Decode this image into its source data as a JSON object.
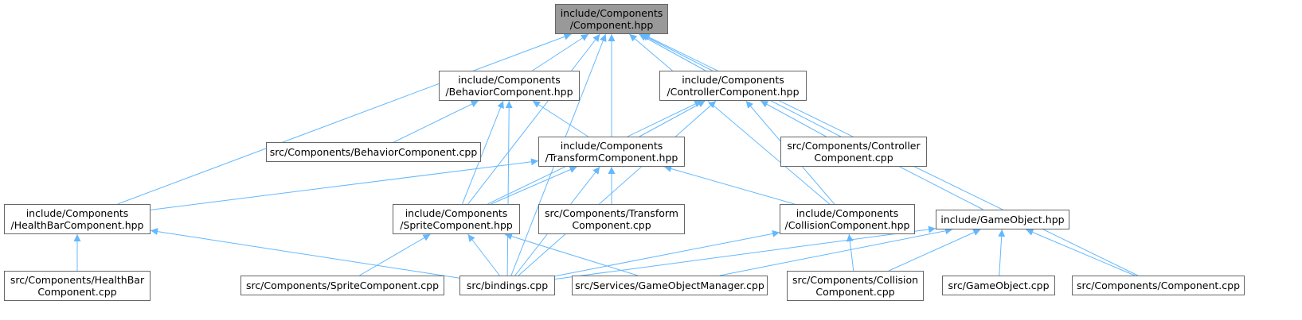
{
  "colors": {
    "edge": "#63b8ff",
    "node_border": "#666666",
    "focus_fill": "#999999"
  },
  "nodes": {
    "component_hpp": "include/Components\n/Component.hpp",
    "behavior_hpp": "include/Components\n/BehaviorComponent.hpp",
    "controller_hpp": "include/Components\n/ControllerComponent.hpp",
    "behavior_cpp": "src/Components/BehaviorComponent.cpp",
    "transform_hpp": "include/Components\n/TransformComponent.hpp",
    "controller_cpp": "src/Components/Controller\nComponent.cpp",
    "healthbar_hpp": "include/Components\n/HealthBarComponent.hpp",
    "sprite_hpp": "include/Components\n/SpriteComponent.hpp",
    "transform_cpp": "src/Components/Transform\nComponent.cpp",
    "collision_hpp": "include/Components\n/CollisionComponent.hpp",
    "gameobject_hpp": "include/GameObject.hpp",
    "healthbar_cpp": "src/Components/HealthBar\nComponent.cpp",
    "sprite_cpp": "src/Components/SpriteComponent.cpp",
    "bindings_cpp": "src/bindings.cpp",
    "gameobject_manager_cpp": "src/Services/GameObjectManager.cpp",
    "collision_cpp": "src/Components/Collision\nComponent.cpp",
    "gameobject_cpp": "src/GameObject.cpp",
    "component_cpp": "src/Components/Component.cpp"
  },
  "edges": [
    [
      "behavior_hpp",
      "component_hpp"
    ],
    [
      "transform_hpp",
      "component_hpp"
    ],
    [
      "controller_hpp",
      "component_hpp"
    ],
    [
      "healthbar_hpp",
      "component_hpp"
    ],
    [
      "sprite_hpp",
      "component_hpp"
    ],
    [
      "bindings_cpp",
      "component_hpp"
    ],
    [
      "collision_hpp",
      "component_hpp"
    ],
    [
      "gameobject_hpp",
      "component_hpp"
    ],
    [
      "component_cpp",
      "component_hpp"
    ],
    [
      "behavior_cpp",
      "behavior_hpp"
    ],
    [
      "transform_hpp",
      "behavior_hpp"
    ],
    [
      "sprite_hpp",
      "behavior_hpp"
    ],
    [
      "bindings_cpp",
      "behavior_hpp"
    ],
    [
      "transform_hpp",
      "controller_hpp"
    ],
    [
      "controller_cpp",
      "controller_hpp"
    ],
    [
      "sprite_hpp",
      "controller_hpp"
    ],
    [
      "collision_hpp",
      "controller_hpp"
    ],
    [
      "bindings_cpp",
      "controller_hpp"
    ],
    [
      "healthbar_hpp",
      "transform_hpp"
    ],
    [
      "sprite_hpp",
      "transform_hpp"
    ],
    [
      "transform_cpp",
      "transform_hpp"
    ],
    [
      "collision_hpp",
      "transform_hpp"
    ],
    [
      "bindings_cpp",
      "transform_hpp"
    ],
    [
      "healthbar_cpp",
      "healthbar_hpp"
    ],
    [
      "bindings_cpp",
      "healthbar_hpp"
    ],
    [
      "sprite_cpp",
      "sprite_hpp"
    ],
    [
      "bindings_cpp",
      "sprite_hpp"
    ],
    [
      "gameobject_manager_cpp",
      "sprite_hpp"
    ],
    [
      "bindings_cpp",
      "collision_hpp"
    ],
    [
      "collision_cpp",
      "collision_hpp"
    ],
    [
      "bindings_cpp",
      "gameobject_hpp"
    ],
    [
      "gameobject_manager_cpp",
      "gameobject_hpp"
    ],
    [
      "collision_cpp",
      "gameobject_hpp"
    ],
    [
      "gameobject_cpp",
      "gameobject_hpp"
    ],
    [
      "component_cpp",
      "gameobject_hpp"
    ]
  ]
}
